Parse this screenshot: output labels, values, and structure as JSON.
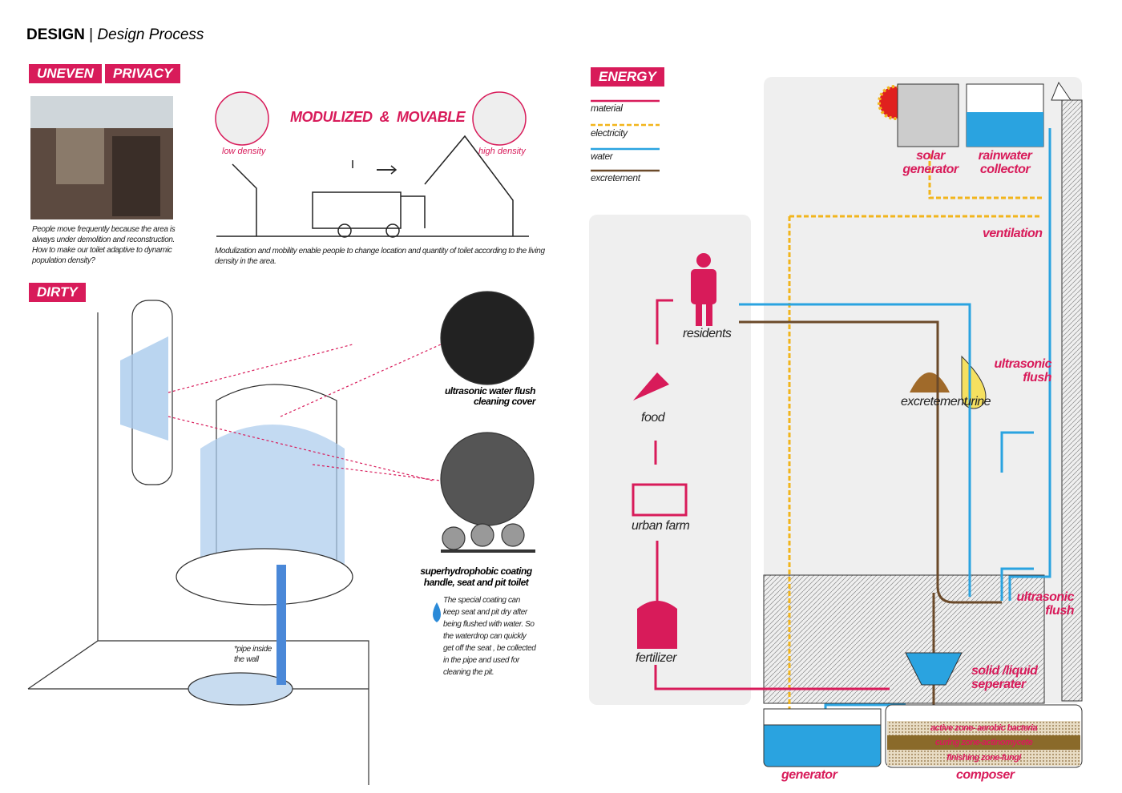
{
  "header": {
    "title": "DESIGN",
    "separator": "|",
    "subtitle": "Design Process"
  },
  "tags": {
    "uneven": "UNEVEN",
    "privacy": "PRIVACY",
    "dirty": "DIRTY",
    "energy": "ENERGY"
  },
  "uneven": {
    "caption": "People move frequently because the area is always under demolition and reconstruction. How to make our toilet adaptive to dynamic population density?"
  },
  "modulized": {
    "title": "MODULIZED  &  MOVABLE",
    "low": "low density",
    "high": "high density",
    "caption": "Modulization and  mobility enable people to change location and quantity of toilet according to the living density in the area."
  },
  "dirty": {
    "ultrasonic_label": "ultrasonic water flush cleaning cover",
    "coating_label": "superhydrophobic coating handle, seat and pit toilet",
    "coating_caption": "The special coating can keep seat and pit dry after being flushed with water. So the waterdrop can quickly get off the seat , be collected in the pipe and used for cleaning the pit.",
    "pipe_note": "*pipe inside the wall"
  },
  "legend": [
    {
      "label": "material",
      "color": "#d81b5a"
    },
    {
      "label": "electricity",
      "color": "#f2b51c"
    },
    {
      "label": "water",
      "color": "#2aa3e0"
    },
    {
      "label": "excretement",
      "color": "#6b4a2a"
    }
  ],
  "cycle": {
    "residents": "residents",
    "food": "food",
    "urban_farm": "urban farm",
    "fertilizer": "fertilizer",
    "excretement": "excretement",
    "urine": "urine",
    "solar": "solar generator",
    "rainwater": "rainwater collector",
    "ventilation": "ventilation",
    "ultrasonic_flush_top": "ultrasonic flush",
    "ultrasonic_flush_bottom": "ultrasonic flush",
    "separator": "solid /liquid seperater",
    "generator": "generator",
    "composer": "composer",
    "zones": [
      "active zone- aerobic bacteria",
      "curing zone-actinomycete",
      "finishing zone-fungi"
    ]
  },
  "colors": {
    "accent": "#d81b5a",
    "water": "#2aa3e0",
    "electricity": "#f2b51c",
    "excrement": "#6b4a2a",
    "panel": "#efefef"
  }
}
